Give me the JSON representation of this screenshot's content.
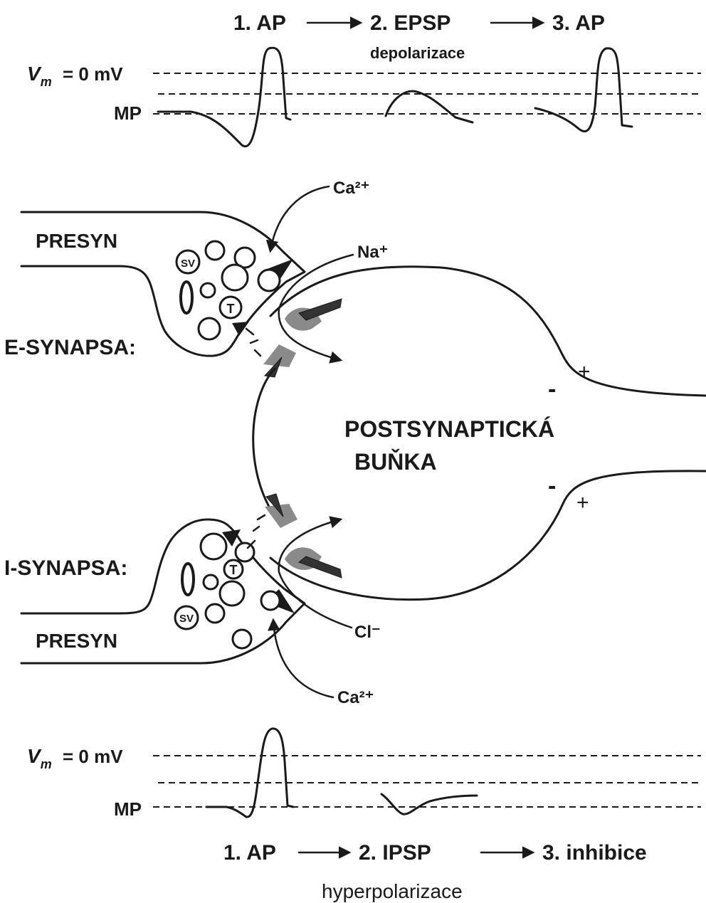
{
  "top_trace": {
    "vm_symbol": "V",
    "vm_sub": "m",
    "vm_eq": "= 0 mV",
    "mp": "MP",
    "step1": "1. AP",
    "step2": "2. EPSP",
    "step3": "3. AP",
    "note": "depolarizace"
  },
  "bottom_trace": {
    "vm_symbol": "V",
    "vm_sub": "m",
    "vm_eq": "= 0 mV",
    "mp": "MP",
    "step1": "1. AP",
    "step2": "2. IPSP",
    "step3": "3. inhibice",
    "note": "hyperpolarizace"
  },
  "e_synapse": {
    "title": "E-SYNAPSA:",
    "presyn": "PRESYN",
    "ion_in": "Ca²⁺",
    "ion_flow": "Na⁺",
    "vesicle_label": "SV",
    "transmitter_label": "T"
  },
  "i_synapse": {
    "title": "I-SYNAPSA:",
    "presyn": "PRESYN",
    "ion_in": "Ca²⁺",
    "ion_flow": "Cl⁻",
    "vesicle_label": "SV",
    "transmitter_label": "T"
  },
  "postsynaptic": {
    "line1": "POSTSYNAPTICKÁ",
    "line2": "BUŇKA",
    "minus_top": "-",
    "plus_top": "+",
    "minus_bottom": "-",
    "plus_bottom": "+"
  }
}
